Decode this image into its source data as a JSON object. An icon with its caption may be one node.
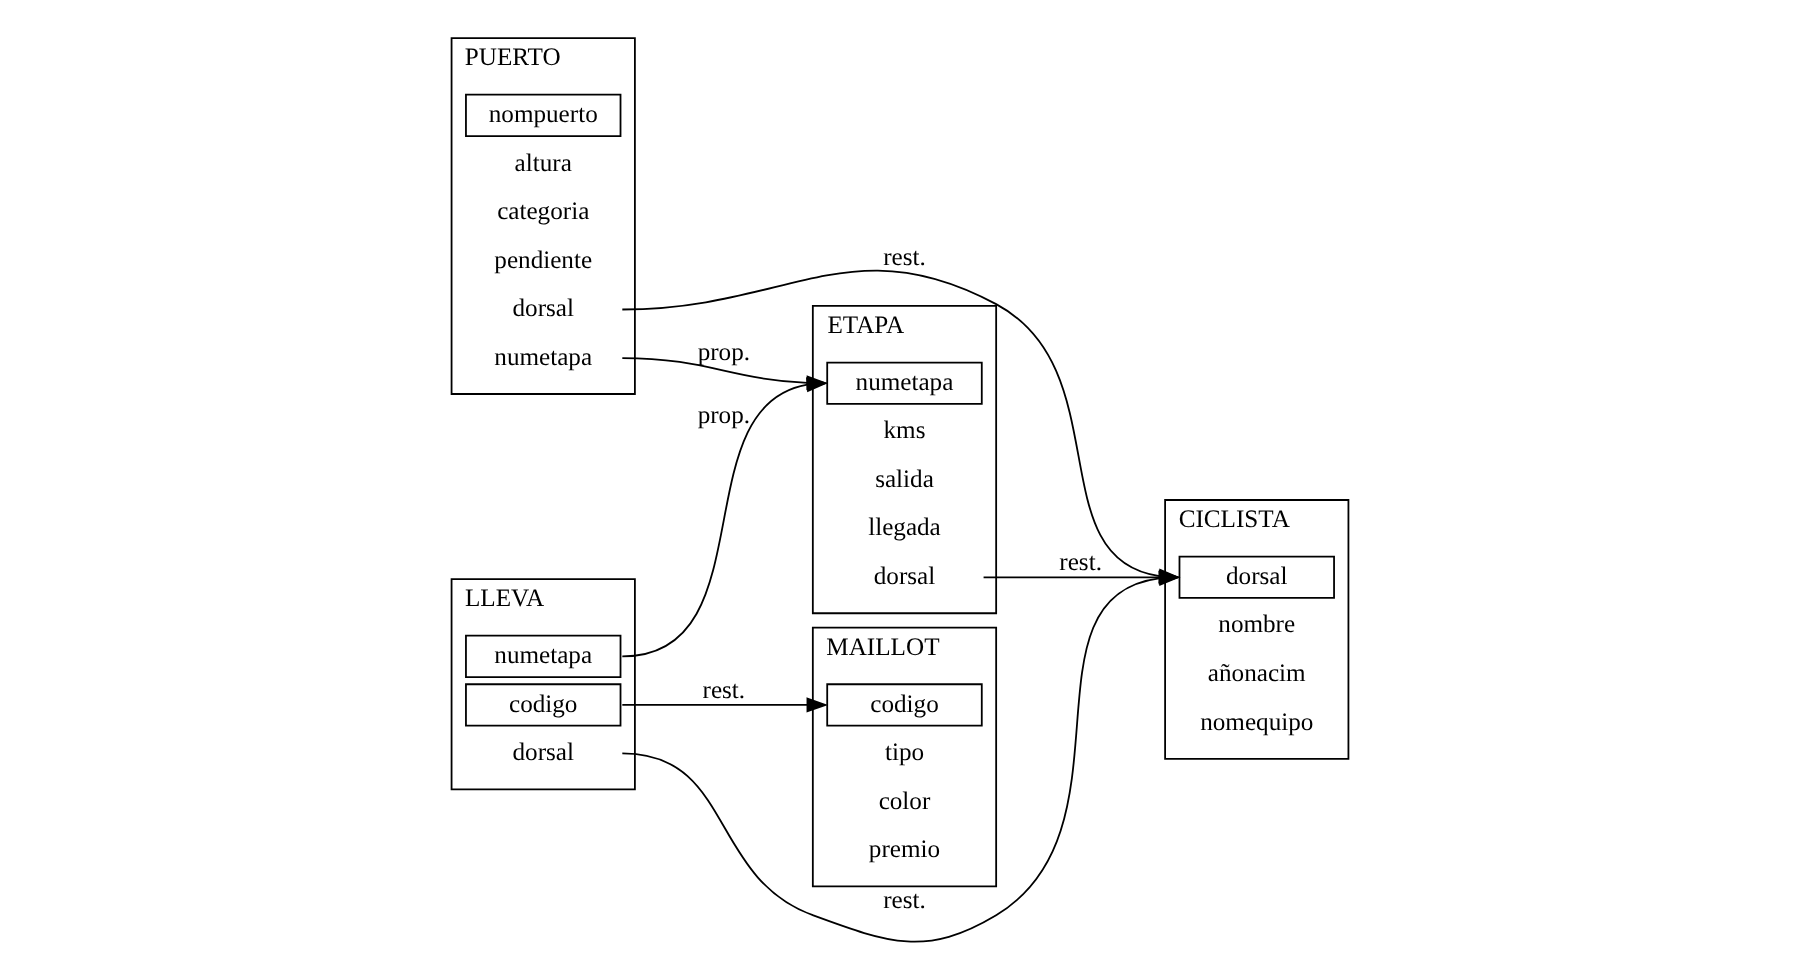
{
  "diagram": {
    "nodes": [
      {
        "text": [
          "CICLISTA"
        ]
      },
      {
        "text": [
          "dorsal"
        ],
        "in": 0
      },
      {
        "text": [
          "nombre"
        ],
        "in": 0
      },
      {
        "text": [
          "añonacim"
        ],
        "in": 0
      },
      {
        "text": [
          "nomequipo"
        ],
        "in": 0
      },
      {
        "text": [
          "PUERTO"
        ]
      },
      {
        "text": [
          "nompuerto"
        ],
        "in": 5
      },
      {
        "text": [
          "altura"
        ],
        "in": 5
      },
      {
        "text": [
          "categoria"
        ],
        "in": 5
      },
      {
        "text": [
          "pendiente"
        ],
        "in": 5
      },
      {
        "text": [
          "dorsal"
        ],
        "in": 5
      },
      {
        "text": [
          "numetapa"
        ],
        "in": 5
      },
      {
        "text": [
          "LLEVA"
        ]
      },
      {
        "text": [
          "codigo"
        ],
        "in": 12
      },
      {
        "text": [
          "numetapa"
        ],
        "in": 12
      },
      {
        "text": [
          "dorsal"
        ],
        "in": 12
      },
      {
        "text": [
          "ETAPA"
        ]
      },
      {
        "text": [
          "numetapa"
        ],
        "in": 16
      },
      {
        "text": [
          "kms"
        ],
        "in": 16
      },
      {
        "text": [
          "salida"
        ],
        "in": 16
      },
      {
        "text": [
          "llegada"
        ],
        "in": 16
      },
      {
        "text": [
          "dorsal"
        ],
        "in": 16
      },
      {
        "text": [
          "MAILLOT"
        ]
      },
      {
        "text": [
          "codigo"
        ],
        "in": 22
      },
      {
        "text": [
          "tipo"
        ],
        "in": 22
      },
      {
        "text": [
          "color"
        ],
        "in": 22
      },
      {
        "text": [
          "premio"
        ],
        "in": 22
      }
    ],
    "edges": [
      {
        "from": 10,
        "to": 1,
        "arrow": "to",
        "label": "rest."
      },
      {
        "from": 11,
        "to": 17,
        "arrow": "to",
        "label": "prop."
      },
      {
        "from": 21,
        "to": 1,
        "arrow": "to",
        "label": "rest."
      },
      {
        "from": 15,
        "to": 1,
        "arrow": "to",
        "label": "rest."
      },
      {
        "from": 14,
        "to": 17,
        "arrow": "to",
        "label": "prop."
      },
      {
        "from": 13,
        "to": 23,
        "arrow": "to",
        "label": "rest."
      }
    ]
  }
}
